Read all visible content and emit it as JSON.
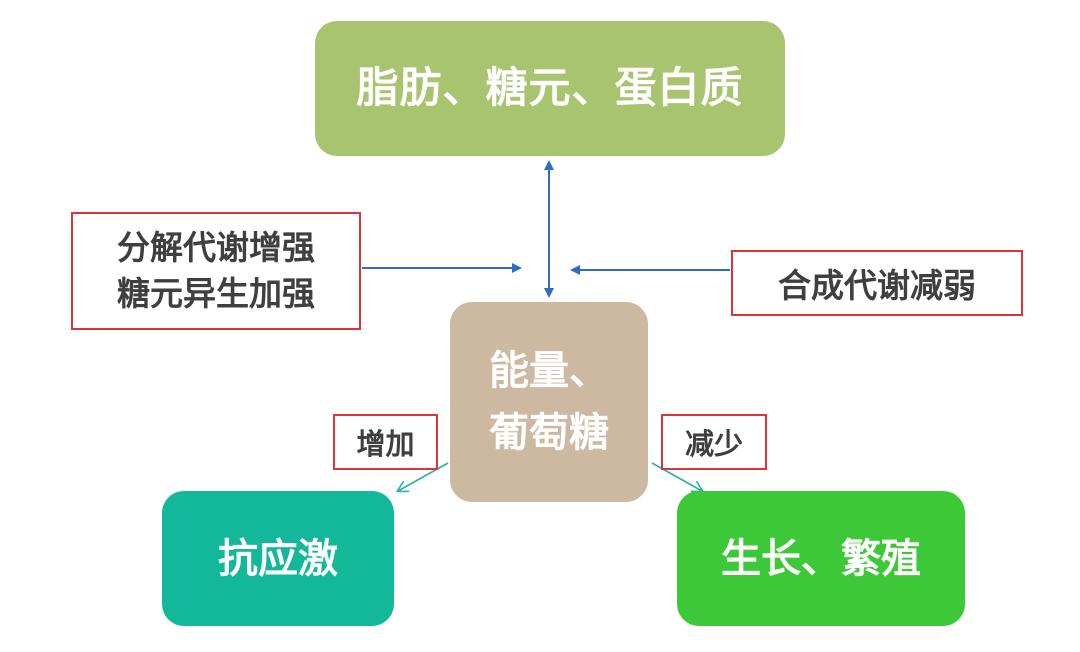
{
  "nodes": {
    "top": "脂肪、糖元、蛋白质",
    "center": "能量、\n葡萄糖",
    "left": "抗应激",
    "right": "生长、繁殖"
  },
  "labels": {
    "left": "分解代谢增强\n糖元异生加强",
    "right": "合成代谢减弱",
    "increase": "增加",
    "decrease": "减少"
  },
  "colors": {
    "top": "#a9c46f",
    "center": "#cdb8a2",
    "left": "#13b89b",
    "right": "#3cc837",
    "label_border": "#d9353b",
    "arrow_blue": "#2e6dbf",
    "arrow_teal": "#2bb3a0"
  }
}
